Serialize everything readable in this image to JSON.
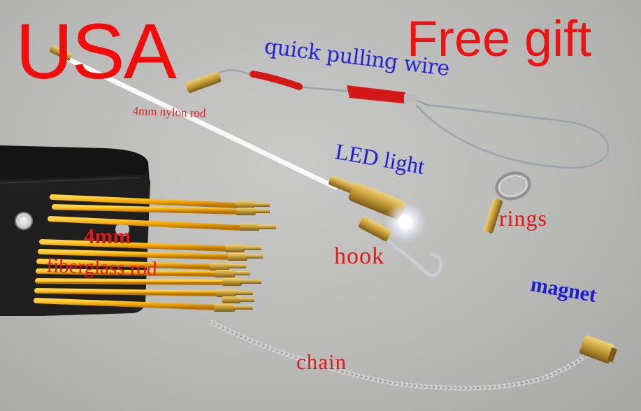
{
  "image": {
    "description_labels": {
      "headline": "USA",
      "promo": "Free gift",
      "quick_pulling_wire": "quick pulling wire",
      "nylon_rod": "4mm nylon rod",
      "led_light": "LED light",
      "rings": "rings",
      "hook": "hook",
      "magnet": "magnet",
      "size": "4mm",
      "fiberglass_rod": "fiberglass rod",
      "chain": "chain"
    },
    "colors": {
      "red_label": "#e01818",
      "blue_label": "#1d1dd6",
      "background": "#bdbdbb",
      "rod_yellow": "#f5a800",
      "brass": "#c9a23a",
      "pouch": "#1c1c1c"
    }
  }
}
